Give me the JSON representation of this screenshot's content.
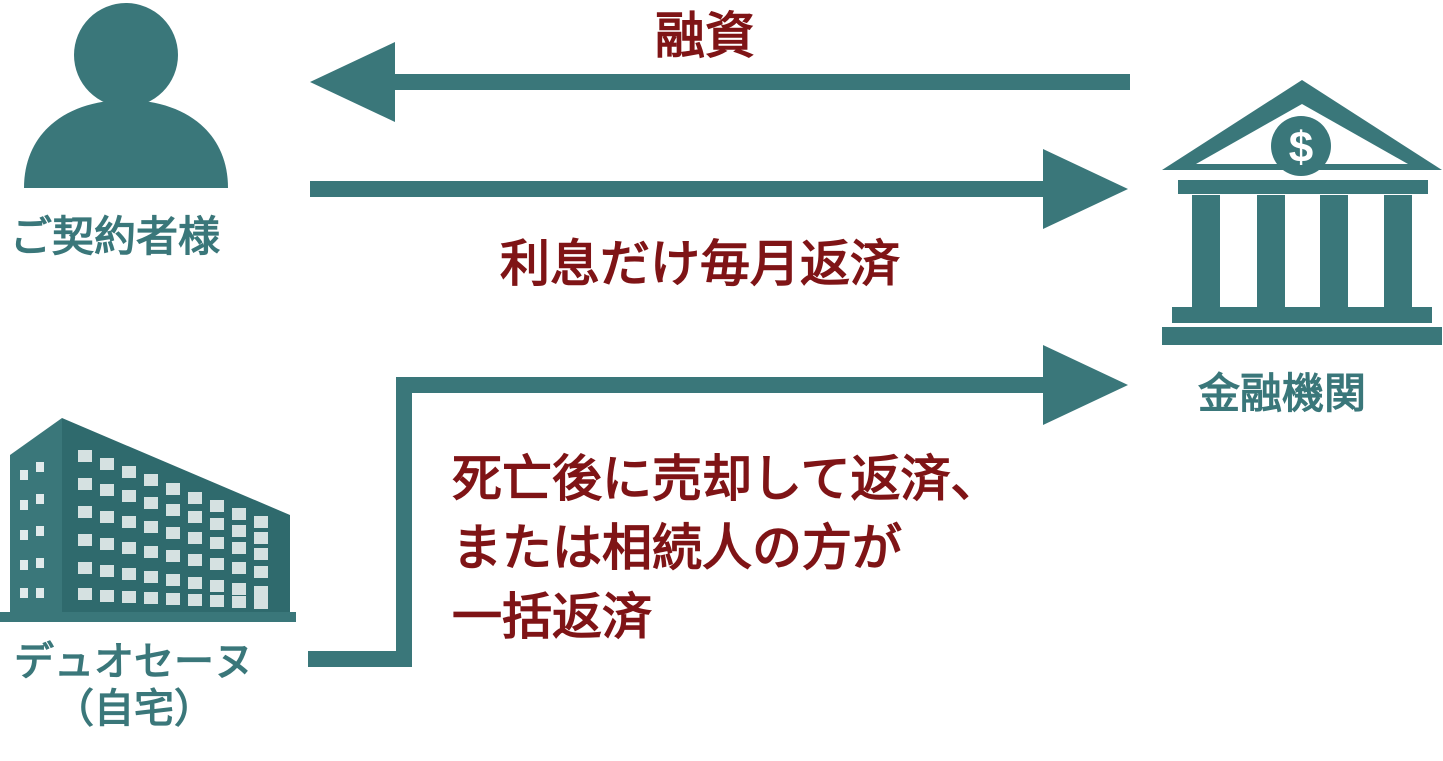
{
  "colors": {
    "teal": "#3a777a",
    "text_red": "#7f1416",
    "background": "#ffffff"
  },
  "nodes": {
    "customer": {
      "label": "ご契約者様",
      "icon": "person-icon"
    },
    "bank": {
      "label": "金融機関",
      "icon": "bank-icon",
      "symbol": "$"
    },
    "home": {
      "label_line1": "デュオセーヌ",
      "label_line2": "（自宅）",
      "icon": "apartment-building-icon"
    }
  },
  "arrows": {
    "loan": {
      "label": "融資",
      "from": "bank",
      "to": "customer"
    },
    "interest": {
      "label": "利息だけ毎月返済",
      "from": "customer",
      "to": "bank"
    },
    "repayment": {
      "label_lines": [
        "死亡後に売却して返済、",
        "または相続人の方が",
        "一括返済"
      ],
      "from": "home",
      "to": "bank"
    }
  }
}
